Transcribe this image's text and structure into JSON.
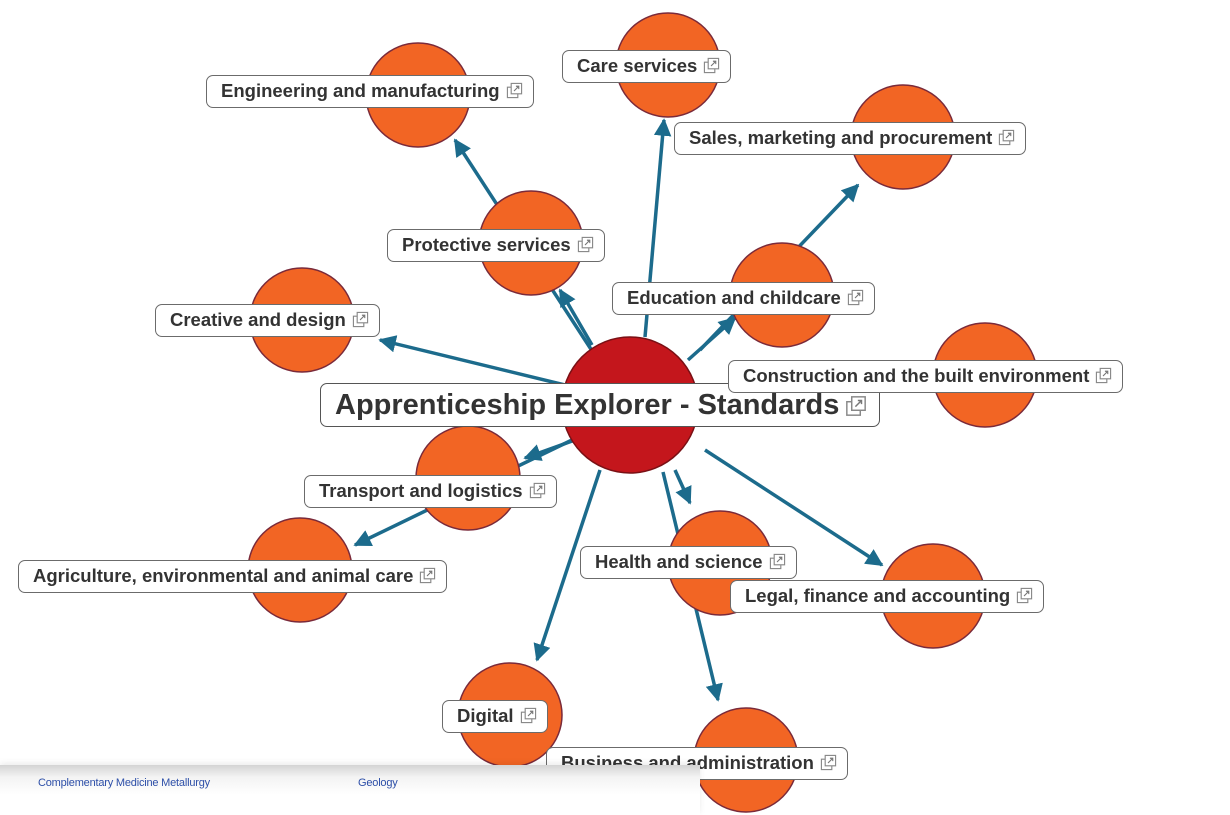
{
  "root": {
    "label": "Apprenticeship Explorer - Standards"
  },
  "nodes": [
    {
      "id": "engineering",
      "label": "Engineering and manufacturing"
    },
    {
      "id": "care",
      "label": "Care services"
    },
    {
      "id": "sales",
      "label": "Sales, marketing and procurement"
    },
    {
      "id": "protective",
      "label": "Protective services"
    },
    {
      "id": "education",
      "label": "Education and childcare"
    },
    {
      "id": "creative",
      "label": "Creative and design"
    },
    {
      "id": "construction",
      "label": "Construction and the built environment"
    },
    {
      "id": "transport",
      "label": "Transport and logistics"
    },
    {
      "id": "agriculture",
      "label": "Agriculture, environmental and animal care"
    },
    {
      "id": "health",
      "label": "Health and science"
    },
    {
      "id": "legal",
      "label": "Legal, finance and accounting"
    },
    {
      "id": "digital",
      "label": "Digital"
    },
    {
      "id": "business",
      "label": "Business and administration"
    }
  ],
  "background_strip": {
    "text_left": "Complementary Medicine Metallurgy",
    "text_right": "Geology"
  },
  "colors": {
    "node_fill": "#f26524",
    "root_fill": "#c4161c",
    "edge": "#1c6b8c",
    "node_stroke": "#7a2a3a"
  }
}
